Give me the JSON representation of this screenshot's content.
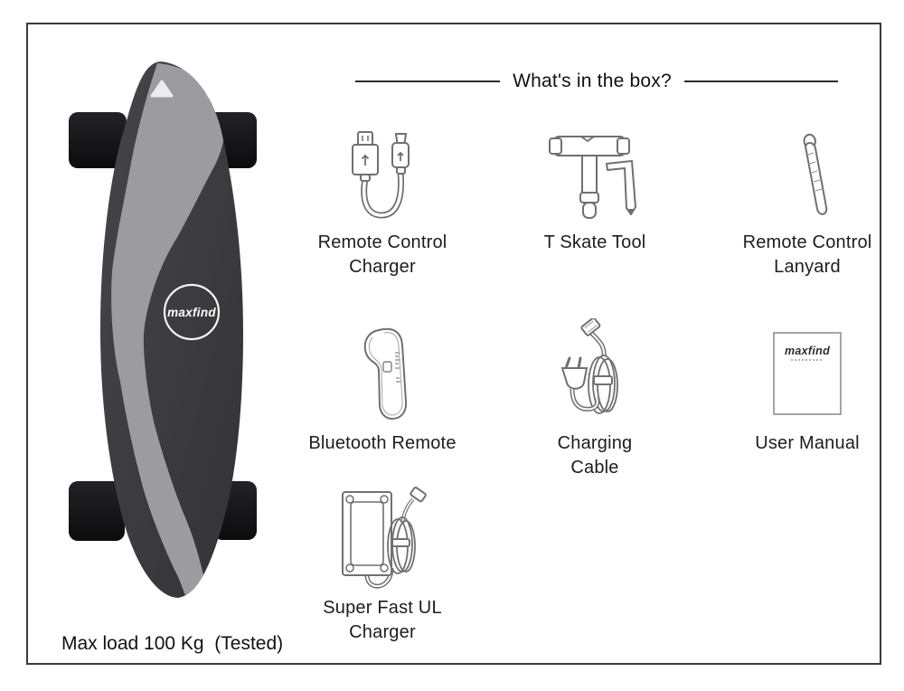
{
  "header": {
    "title": "What's in the box?"
  },
  "skateboard": {
    "logo_text": "maxfind",
    "colors": {
      "deck": "#3d3d41",
      "stripe": "#9c9ca0",
      "wheels": "#141416",
      "logo": "#ffffff"
    }
  },
  "items": [
    {
      "icon": "remote-control-charger-icon",
      "label": "Remote Control\nCharger"
    },
    {
      "icon": "t-skate-tool-icon",
      "label": "T Skate Tool"
    },
    {
      "icon": "remote-control-lanyard-icon",
      "label": "Remote Control\nLanyard"
    },
    {
      "icon": "bluetooth-remote-icon",
      "label": "Bluetooth Remote"
    },
    {
      "icon": "charging-cable-icon",
      "label": "Charging\nCable"
    },
    {
      "icon": "user-manual-icon",
      "label": "User Manual",
      "logo_text": "maxfind"
    },
    {
      "icon": "super-fast-ul-charger-icon",
      "label": "Super Fast UL\nCharger"
    }
  ],
  "footnote": {
    "max_load": "Max load 100 Kg  (Tested)"
  },
  "style": {
    "line_art_color": "#707070",
    "text_color": "#1d1d1d",
    "rule_color": "#2b2b2b"
  }
}
